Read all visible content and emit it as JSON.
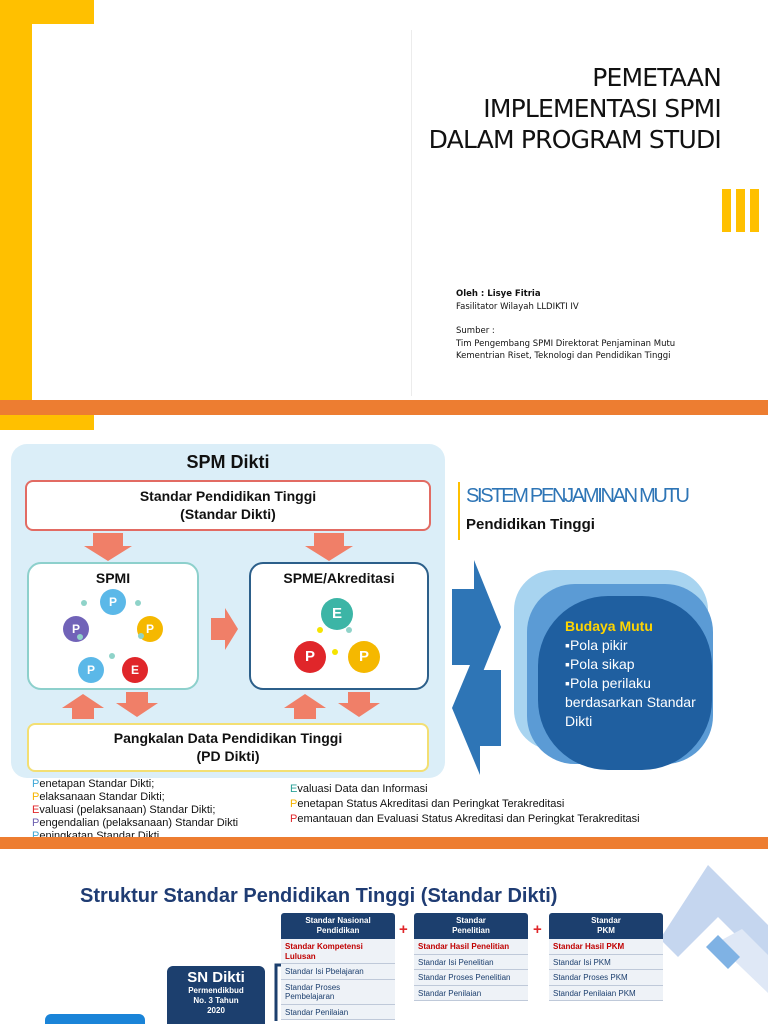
{
  "slide1": {
    "title": [
      "PEMETAAN",
      "IMPLEMENTASI SPMI",
      "DALAM PROGRAM STUDI"
    ],
    "author": "Oleh : Lisye Fitria",
    "role": "Fasilitator Wilayah LLDIKTI IV",
    "source_label": "Sumber :",
    "source_line1": "Tim Pengembang SPMI Direktorat Penjaminan Mutu",
    "source_line2": "Kementrian Riset, Teknologi dan Pendidikan Tinggi",
    "colors": {
      "accent": "#ffc000",
      "band": "#ed7d31"
    }
  },
  "slide2": {
    "spm_title": "SPM Dikti",
    "standar_line1": "Standar Pendidikan Tinggi",
    "standar_line2": "(Standar Dikti)",
    "spmi_label": "SPMI",
    "spme_label": "SPME/Akreditasi",
    "pd_line1": "Pangkalan Data Pendidikan Tinggi",
    "pd_line2": "(PD Dikti)",
    "spmi_cycle": [
      "P",
      "P",
      "E",
      "P",
      "P"
    ],
    "spme_cycle": [
      "E",
      "P",
      "P"
    ],
    "system_title": "SISTEM PENJAMINAN MUTU",
    "system_subtitle": "Pendidikan Tinggi",
    "budaya_title": "Budaya Mutu",
    "budaya_items": [
      "▪Pola pikir",
      "▪Pola sikap",
      "▪Pola perilaku berdasarkan Standar Dikti"
    ],
    "legend_left": [
      {
        "first": "P",
        "rest": "enetapan Standar Dikti;",
        "color": "#3fa7d6"
      },
      {
        "first": "P",
        "rest": "elaksanaan Standar Dikti;",
        "color": "#f5b400"
      },
      {
        "first": "E",
        "rest": "valuasi (pelaksanaan) Standar Dikti;",
        "color": "#e0262a"
      },
      {
        "first": "P",
        "rest": "engendalian (pelaksanaan) Standar Dikti",
        "color": "#6d5fb0"
      },
      {
        "first": "P",
        "rest": "eningkatan Standar Dikti.",
        "color": "#3fa7d6"
      }
    ],
    "legend_right": [
      {
        "first": "E",
        "rest": "valuasi Data dan Informasi",
        "color": "#2aa198"
      },
      {
        "first": "P",
        "rest": "enetapan Status Akreditasi dan Peringkat Terakreditasi",
        "color": "#f5b400"
      },
      {
        "first": "P",
        "rest": "emantauan dan Evaluasi Status Akreditasi dan Peringkat  Terakreditasi",
        "color": "#e0262a"
      }
    ]
  },
  "slide3": {
    "title": "Struktur Standar Pendidikan Tinggi (Standar Dikti)",
    "sn_title": "SN Dikti",
    "sn_sub": [
      "Permendikbud",
      "No. 3 Tahun",
      "2020"
    ],
    "col1": {
      "header": [
        "Standar Nasional",
        "Pendidikan"
      ],
      "rows": [
        "Standar Kompetensi Lulusan",
        "Standar Isi Pbelajaran",
        "Standar Proses Pembelajaran",
        "Standar Penilaian"
      ]
    },
    "col2": {
      "header": [
        "Standar",
        "Penelitian"
      ],
      "rows": [
        "Standar Hasil Penelitian",
        "Standar Isi Penelitian",
        "Standar Proses Penelitian",
        "Standar Penilaian"
      ]
    },
    "col3": {
      "header": [
        "Standar",
        "PKM"
      ],
      "rows": [
        "Standar Hasil PKM",
        "Standar Isi PKM",
        "Standar Proses PKM",
        "Standar Penilaian PKM"
      ]
    }
  }
}
